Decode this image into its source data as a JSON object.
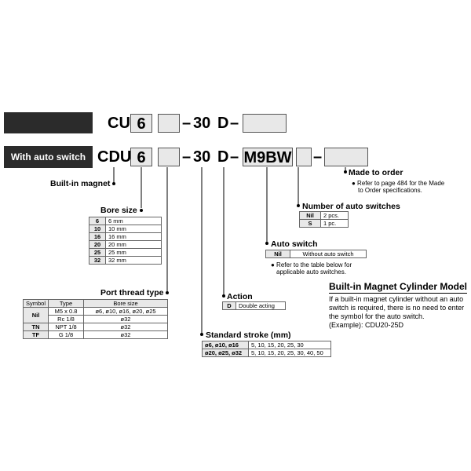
{
  "header_row1": {
    "code_cu": "CU",
    "bore": "6",
    "dash1": "–",
    "stroke": "30",
    "d": "D",
    "dash2": "–"
  },
  "header_row2": {
    "label": "With auto switch",
    "code_cdu": "CDU",
    "bore": "6",
    "dash1": "–",
    "stroke": "30",
    "d": "D",
    "dash2": "–",
    "switch": "M9BW",
    "dash3": "–"
  },
  "builtin_magnet": "Built-in magnet",
  "made_to_order": {
    "title": "Made to order",
    "note1": "● Refer to page 484 for the Made",
    "note2": "to Order specifications."
  },
  "num_switches": {
    "title": "Number of auto switches",
    "rows": [
      {
        "sym": "Nil",
        "val": "2 pcs."
      },
      {
        "sym": "S",
        "val": "1 pc."
      }
    ]
  },
  "auto_switch": {
    "title": "Auto switch",
    "row": {
      "sym": "Nil",
      "val": "Without auto switch"
    },
    "note1": "● Refer to the table below for",
    "note2": "applicable auto switches."
  },
  "bore_size": {
    "title": "Bore size",
    "rows": [
      {
        "sym": "6",
        "val": "6 mm"
      },
      {
        "sym": "10",
        "val": "10 mm"
      },
      {
        "sym": "16",
        "val": "16 mm"
      },
      {
        "sym": "20",
        "val": "20 mm"
      },
      {
        "sym": "25",
        "val": "25 mm"
      },
      {
        "sym": "32",
        "val": "32 mm"
      }
    ]
  },
  "port_thread": {
    "title": "Port thread type",
    "headers": [
      "Symbol",
      "Type",
      "Bore size"
    ],
    "rows": [
      {
        "sym": "Nil",
        "type": "M5 x 0.8",
        "bore": "ø6, ø10, ø16, ø20, ø25"
      },
      {
        "sym": "",
        "type": "Rc 1/8",
        "bore": "ø32"
      },
      {
        "sym": "TN",
        "type": "NPT 1/8",
        "bore": "ø32"
      },
      {
        "sym": "TF",
        "type": "G 1/8",
        "bore": "ø32"
      }
    ]
  },
  "action": {
    "title": "Action",
    "sym": "D",
    "val": "Double acting"
  },
  "standard_stroke": {
    "title": "Standard stroke (mm)",
    "rows": [
      {
        "bore": "ø6, ø10, ø16",
        "strokes": "5, 10, 15, 20, 25, 30"
      },
      {
        "bore": "ø20, ø25, ø32",
        "strokes": "5, 10, 15, 20, 25, 30, 40, 50"
      }
    ]
  },
  "magnet_model": {
    "title": "Built-in Magnet Cylinder Model",
    "line1": "If a built-in magnet cylinder without an auto",
    "line2": "switch is required, there is no need to enter",
    "line3": "the symbol for the auto switch.",
    "line4": "(Example): CDU20-25D"
  }
}
